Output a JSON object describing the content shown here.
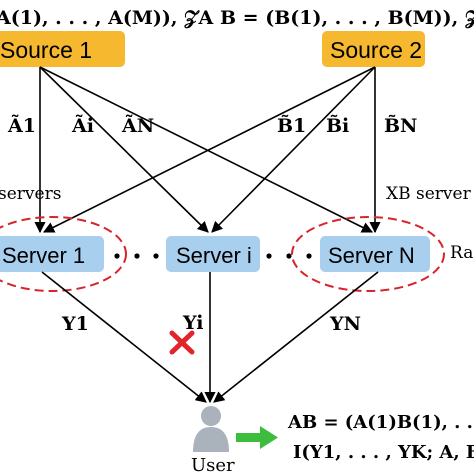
{
  "colors": {
    "source_fill": "#f5b82e",
    "server_fill": "#a9cfee",
    "ellipse_stroke": "#d6262b",
    "cross": "#e0262b",
    "arrow_green": "#3dbd3d",
    "user_icon": "#aab3bc",
    "line": "#000000"
  },
  "header": {
    "left_formula": "A(1), . . . , A(M)), 𝒵A",
    "right_formula": "B = (B(1), . . . , B(M)),  𝒵B"
  },
  "sources": {
    "source1": "Source 1",
    "source2": "Source 2"
  },
  "edge_labels": {
    "a1": "Ã1",
    "ai": "Ãi",
    "an": "ÃN",
    "b1": "B̃1",
    "bi": "B̃i",
    "bn": "B̃N"
  },
  "side_labels": {
    "left_servers": "servers",
    "right_servers": "XB server",
    "right_edge": "Ra"
  },
  "servers": {
    "server1": "Server 1",
    "serveri": "Server i",
    "servern": "Server N"
  },
  "answer_labels": {
    "y1": "Y1",
    "yi": "Yi",
    "yn": "YN"
  },
  "user": {
    "label": "User"
  },
  "output": {
    "line1": "AB = (A(1)B(1), . . .",
    "line2": "I(Y1, . . . , YK; A, B"
  }
}
